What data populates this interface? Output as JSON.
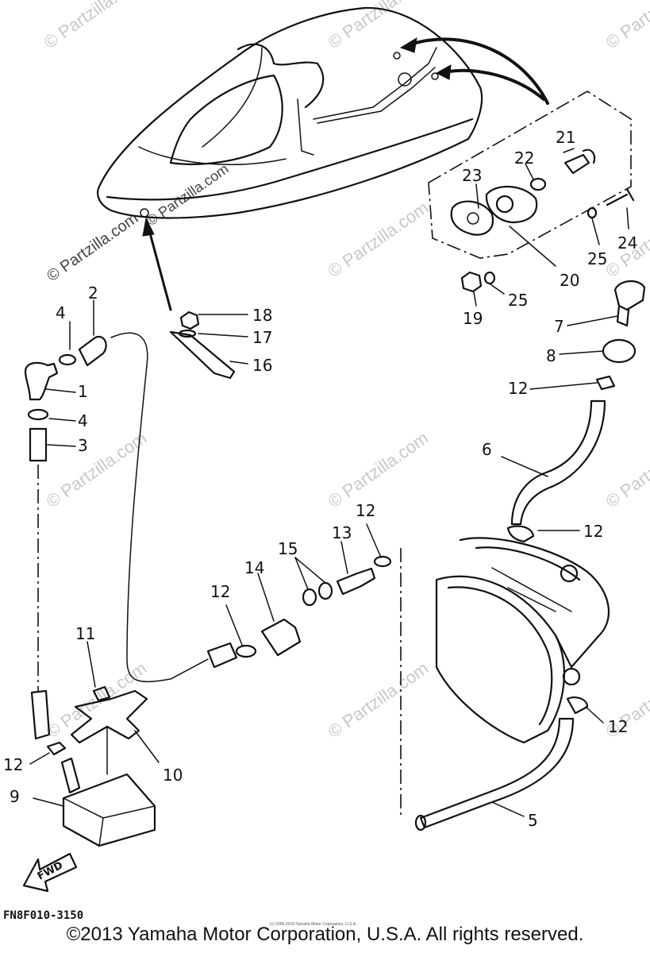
{
  "watermark": "© Partzilla.com",
  "diagram_code": "FN8F010-3150",
  "copyright": "©2013 Yamaha Motor Corporation, U.S.A. All rights reserved.",
  "copyright_small": "(c) 2005-2016 Yamaha Motor Corporation, U.S.A.",
  "fwd_label": "FWD",
  "callouts": [
    {
      "id": "c1",
      "label": "1"
    },
    {
      "id": "c2",
      "label": "2"
    },
    {
      "id": "c3",
      "label": "3"
    },
    {
      "id": "c4a",
      "label": "4"
    },
    {
      "id": "c4b",
      "label": "4"
    },
    {
      "id": "c5",
      "label": "5"
    },
    {
      "id": "c6",
      "label": "6"
    },
    {
      "id": "c7",
      "label": "7"
    },
    {
      "id": "c8",
      "label": "8"
    },
    {
      "id": "c9",
      "label": "9"
    },
    {
      "id": "c10",
      "label": "10"
    },
    {
      "id": "c11",
      "label": "11"
    },
    {
      "id": "c12a",
      "label": "12"
    },
    {
      "id": "c12b",
      "label": "12"
    },
    {
      "id": "c12c",
      "label": "12"
    },
    {
      "id": "c12d",
      "label": "12"
    },
    {
      "id": "c12e",
      "label": "12"
    },
    {
      "id": "c12f",
      "label": "12"
    },
    {
      "id": "c13",
      "label": "13"
    },
    {
      "id": "c14",
      "label": "14"
    },
    {
      "id": "c15",
      "label": "15"
    },
    {
      "id": "c16",
      "label": "16"
    },
    {
      "id": "c17",
      "label": "17"
    },
    {
      "id": "c18",
      "label": "18"
    },
    {
      "id": "c19",
      "label": "19"
    },
    {
      "id": "c20",
      "label": "20"
    },
    {
      "id": "c21",
      "label": "21"
    },
    {
      "id": "c22",
      "label": "22"
    },
    {
      "id": "c23",
      "label": "23"
    },
    {
      "id": "c24",
      "label": "24"
    },
    {
      "id": "c25a",
      "label": "25"
    },
    {
      "id": "c25b",
      "label": "25"
    }
  ]
}
